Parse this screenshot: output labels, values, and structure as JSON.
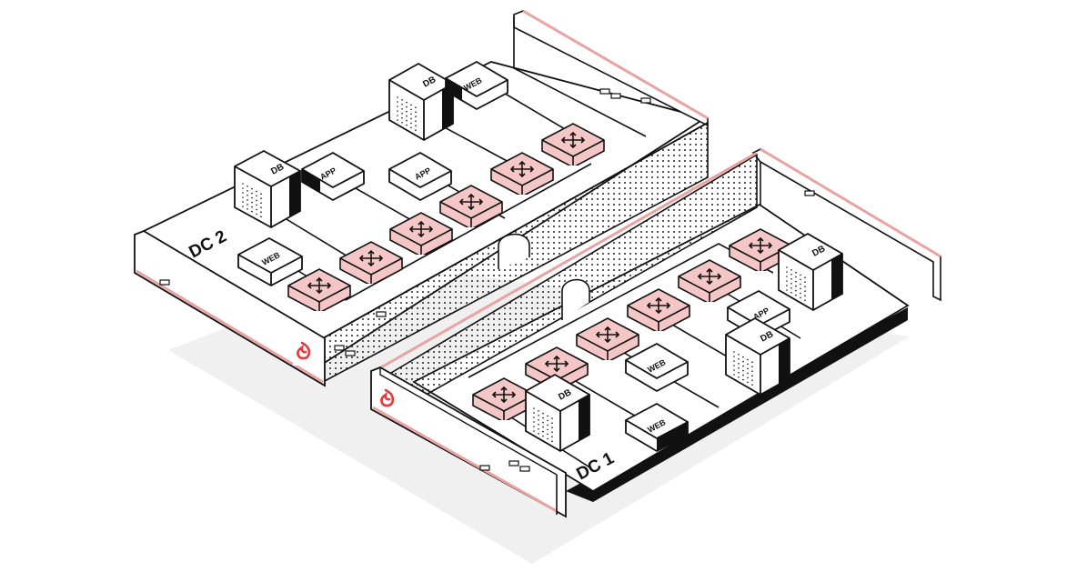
{
  "datacenters": [
    {
      "id": "dc1",
      "label": "DC 1"
    },
    {
      "id": "dc2",
      "label": "DC 2"
    }
  ],
  "node_labels": {
    "db": "DB",
    "web": "WEB",
    "app": "APP"
  },
  "dc2_nodes": [
    {
      "type": "db",
      "label": "DB"
    },
    {
      "type": "web",
      "label": "WEB"
    },
    {
      "type": "db",
      "label": "DB"
    },
    {
      "type": "app",
      "label": "APP"
    },
    {
      "type": "app",
      "label": "APP"
    },
    {
      "type": "web",
      "label": "WEB"
    }
  ],
  "dc1_nodes": [
    {
      "type": "db",
      "label": "DB"
    },
    {
      "type": "app",
      "label": "APP"
    },
    {
      "type": "db",
      "label": "DB"
    },
    {
      "type": "web",
      "label": "WEB"
    },
    {
      "type": "db",
      "label": "DB"
    },
    {
      "type": "web",
      "label": "WEB"
    }
  ],
  "router_counts": {
    "dc2": 6,
    "dc1": 6
  },
  "colors": {
    "router_fill": "#f4c6c6",
    "accent_line": "#e8a3a3",
    "outline": "#111111",
    "shadow": "#f0f0f0",
    "logo": "#e23b3b"
  },
  "icons": [
    "router-icon",
    "flame-logo-icon"
  ]
}
